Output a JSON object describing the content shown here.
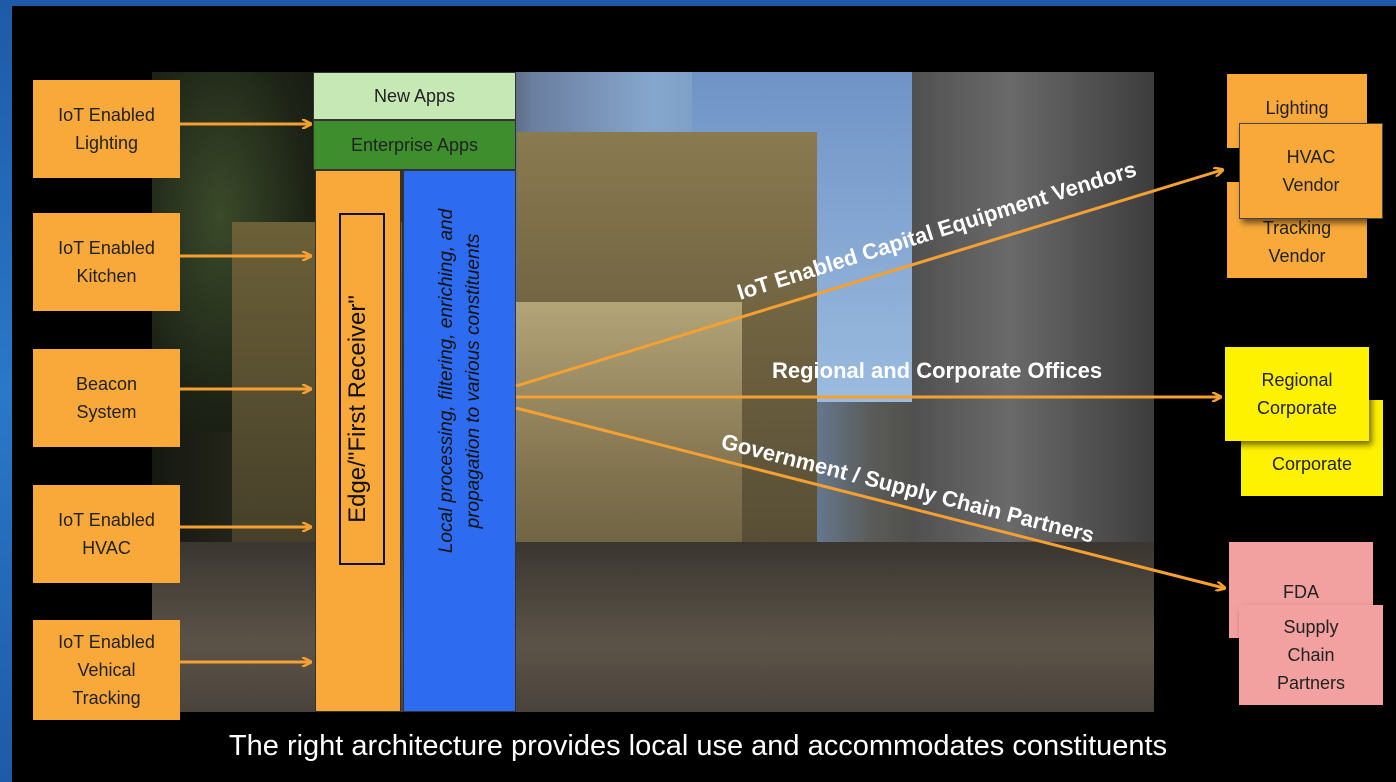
{
  "inputs": [
    {
      "label": "IoT Enabled\nLighting"
    },
    {
      "label": "IoT Enabled\nKitchen"
    },
    {
      "label": "Beacon\nSystem"
    },
    {
      "label": "IoT Enabled\nHVAC"
    },
    {
      "label": "IoT Enabled\nVehical\nTracking"
    }
  ],
  "apps": {
    "new_apps": "New Apps",
    "enterprise_apps": "Enterprise Apps"
  },
  "edge": {
    "label": "Edge/\"First Receiver\""
  },
  "local": {
    "line1": "Local processing, filtering, enriching, and",
    "line2": "propagation to various constituents"
  },
  "routes": {
    "vendors": "IoT Enabled Capital Equipment Vendors",
    "offices": "Regional and Corporate Offices",
    "government": "Government  / Supply Chain Partners"
  },
  "outputs": {
    "lighting": "Lighting",
    "hvac_vendor": "HVAC\nVendor",
    "tracking_vendor": "Tracking\nVendor",
    "regional_corporate": "Regional\nCorporate",
    "corporate": "Corporate",
    "fda": "FDA",
    "supply_chain": "Supply\nChain\nPartners"
  },
  "caption": "The right architecture provides local use and accommodates constituents",
  "colors": {
    "orange": "#f8a93a",
    "arrow": "#f5a032",
    "blue": "#2d6cf0",
    "light_green": "#c6e8b4",
    "dark_green": "#3e8e2e",
    "yellow": "#fff200",
    "pink": "#f2a0a0"
  }
}
